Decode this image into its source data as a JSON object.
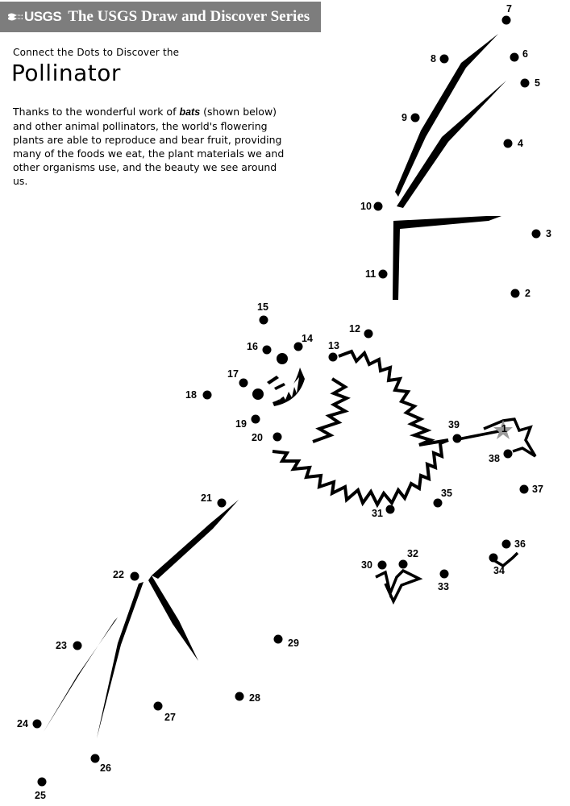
{
  "header": {
    "logo_text": "USGS",
    "series_title": "The USGS Draw and Discover Series"
  },
  "subtitle": "Connect the Dots to Discover the",
  "title": "Pollinator",
  "intro": {
    "before": "Thanks to the wonderful work of ",
    "bold": "bats",
    "after": " (shown below) and other animal pollinators, the world's flowering plants are able to reproduce and bear fruit, providing many of the foods we eat, the plant materials we and other organisms use, and the beauty we see around us."
  },
  "colors": {
    "header_bg": "#7d7d7d",
    "start_star": "#9a9a9a"
  },
  "dots": [
    {
      "n": "1"
    },
    {
      "n": "2"
    },
    {
      "n": "3"
    },
    {
      "n": "4"
    },
    {
      "n": "5"
    },
    {
      "n": "6"
    },
    {
      "n": "7"
    },
    {
      "n": "8"
    },
    {
      "n": "9"
    },
    {
      "n": "10"
    },
    {
      "n": "11"
    },
    {
      "n": "12"
    },
    {
      "n": "13"
    },
    {
      "n": "14"
    },
    {
      "n": "15"
    },
    {
      "n": "16"
    },
    {
      "n": "17"
    },
    {
      "n": "18"
    },
    {
      "n": "19"
    },
    {
      "n": "20"
    },
    {
      "n": "21"
    },
    {
      "n": "22"
    },
    {
      "n": "23"
    },
    {
      "n": "24"
    },
    {
      "n": "25"
    },
    {
      "n": "26"
    },
    {
      "n": "27"
    },
    {
      "n": "28"
    },
    {
      "n": "29"
    },
    {
      "n": "30"
    },
    {
      "n": "31"
    },
    {
      "n": "32"
    },
    {
      "n": "33"
    },
    {
      "n": "34"
    },
    {
      "n": "35"
    },
    {
      "n": "36"
    },
    {
      "n": "37"
    },
    {
      "n": "38"
    },
    {
      "n": "39"
    }
  ]
}
